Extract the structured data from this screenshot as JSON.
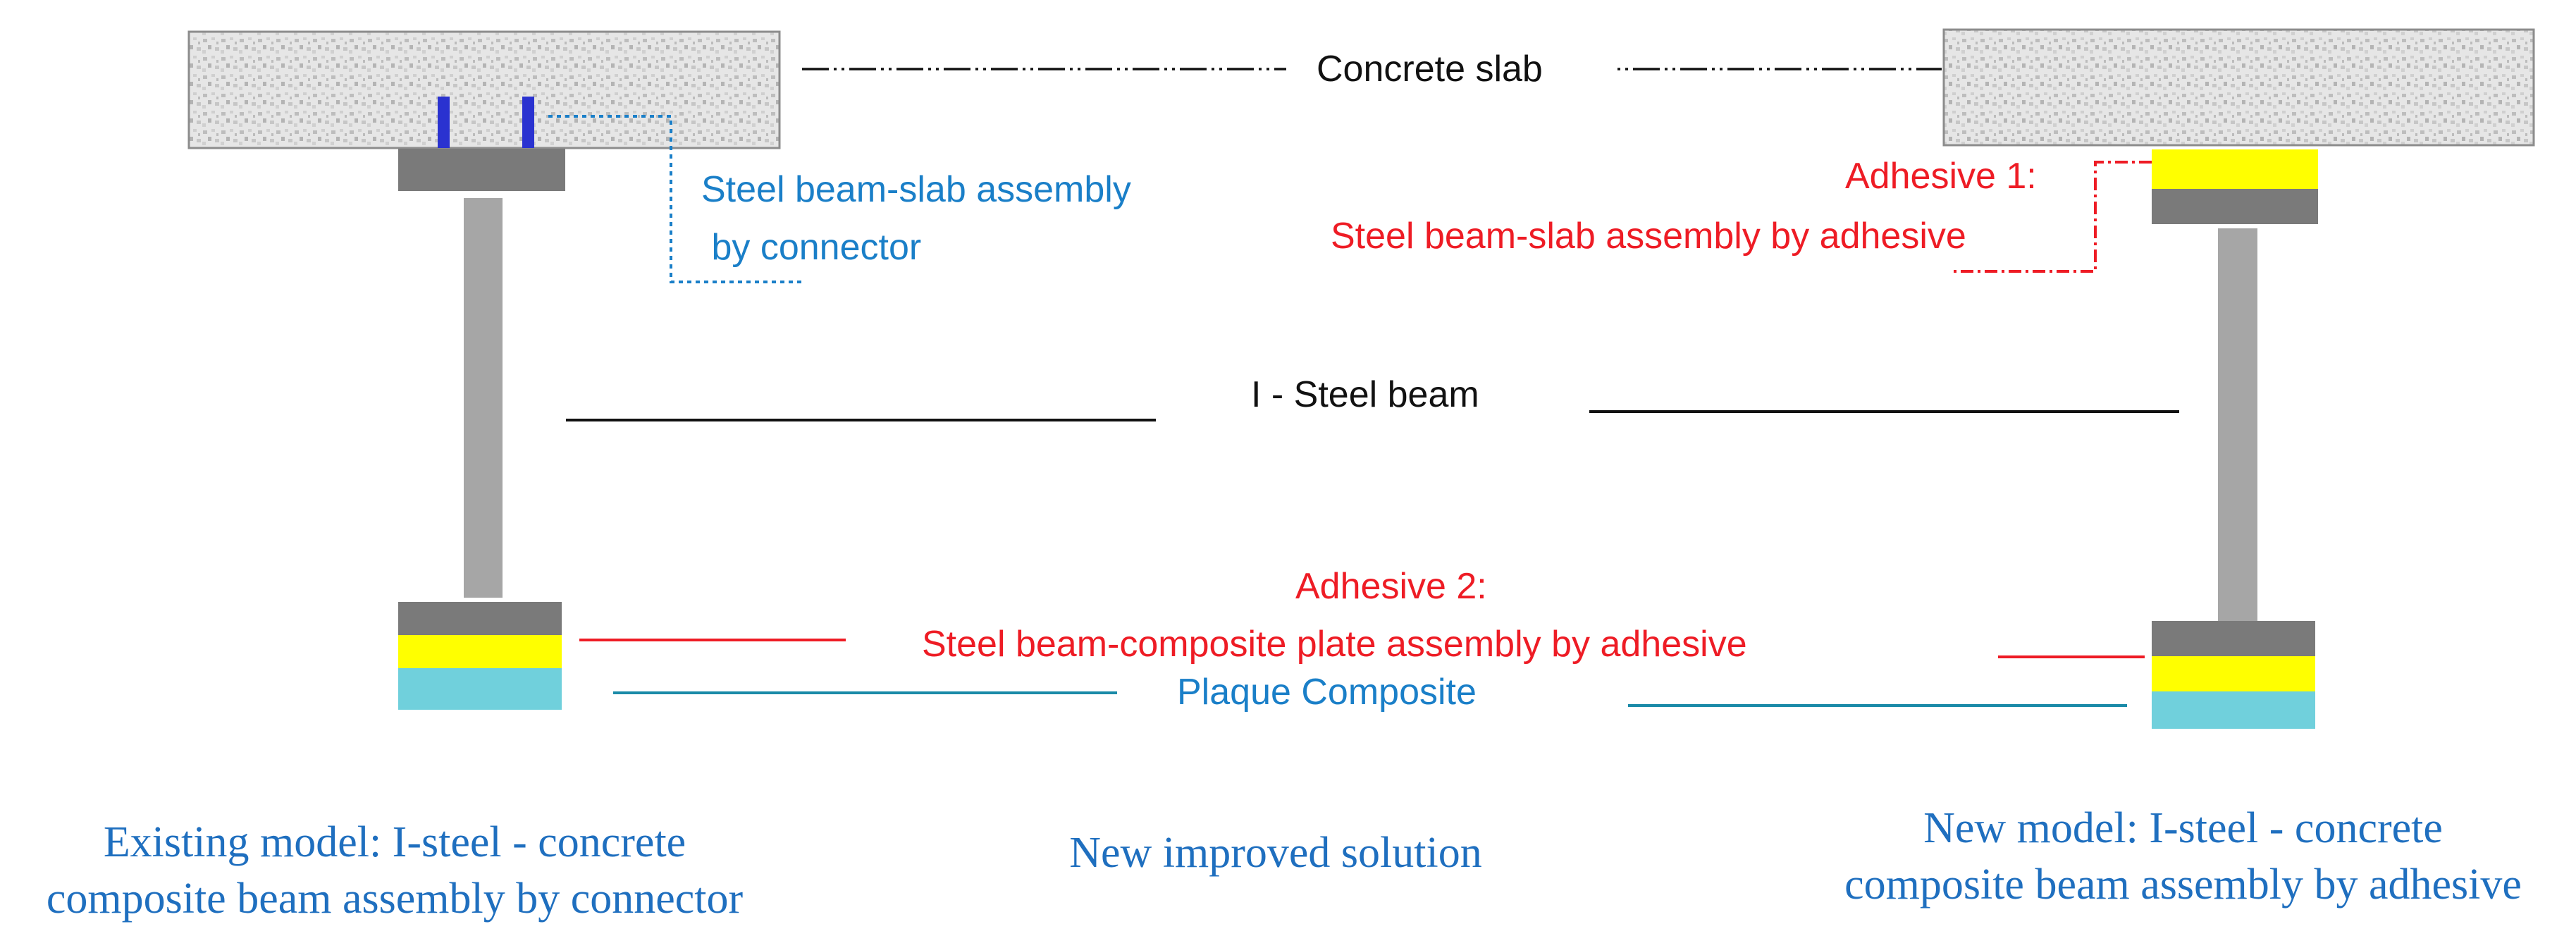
{
  "labels": {
    "concrete_slab": "Concrete slab",
    "connector_assembly": [
      "Steel beam-slab assembly",
      " by connector"
    ],
    "adhesive_1": "Adhesive 1:",
    "adhesive_1_desc": "Steel beam-slab assembly by adhesive",
    "i_steel_beam": "I - Steel beam",
    "adhesive_2": "Adhesive 2:",
    "adhesive_2_desc": "Steel beam-composite plate assembly by adhesive",
    "plaque_composite": "Plaque Composite"
  },
  "captions": {
    "existing": [
      "Existing model: I-steel - concrete",
      "composite beam assembly by connector"
    ],
    "middle": "New improved solution",
    "new": [
      "New model: I-steel - concrete",
      "composite beam assembly by adhesive"
    ]
  },
  "colors": {
    "concrete": "#e4e4e4",
    "steel_flange": "#7a7a7a",
    "steel_web": "#a6a6a6",
    "connector": "#2a32d0",
    "adhesive": "#ffff00",
    "composite_plate": "#70d0dc",
    "connector_line": "#1a7fc8",
    "adhesive_line": "#ee1c25",
    "composite_line": "#1a8aa8"
  }
}
